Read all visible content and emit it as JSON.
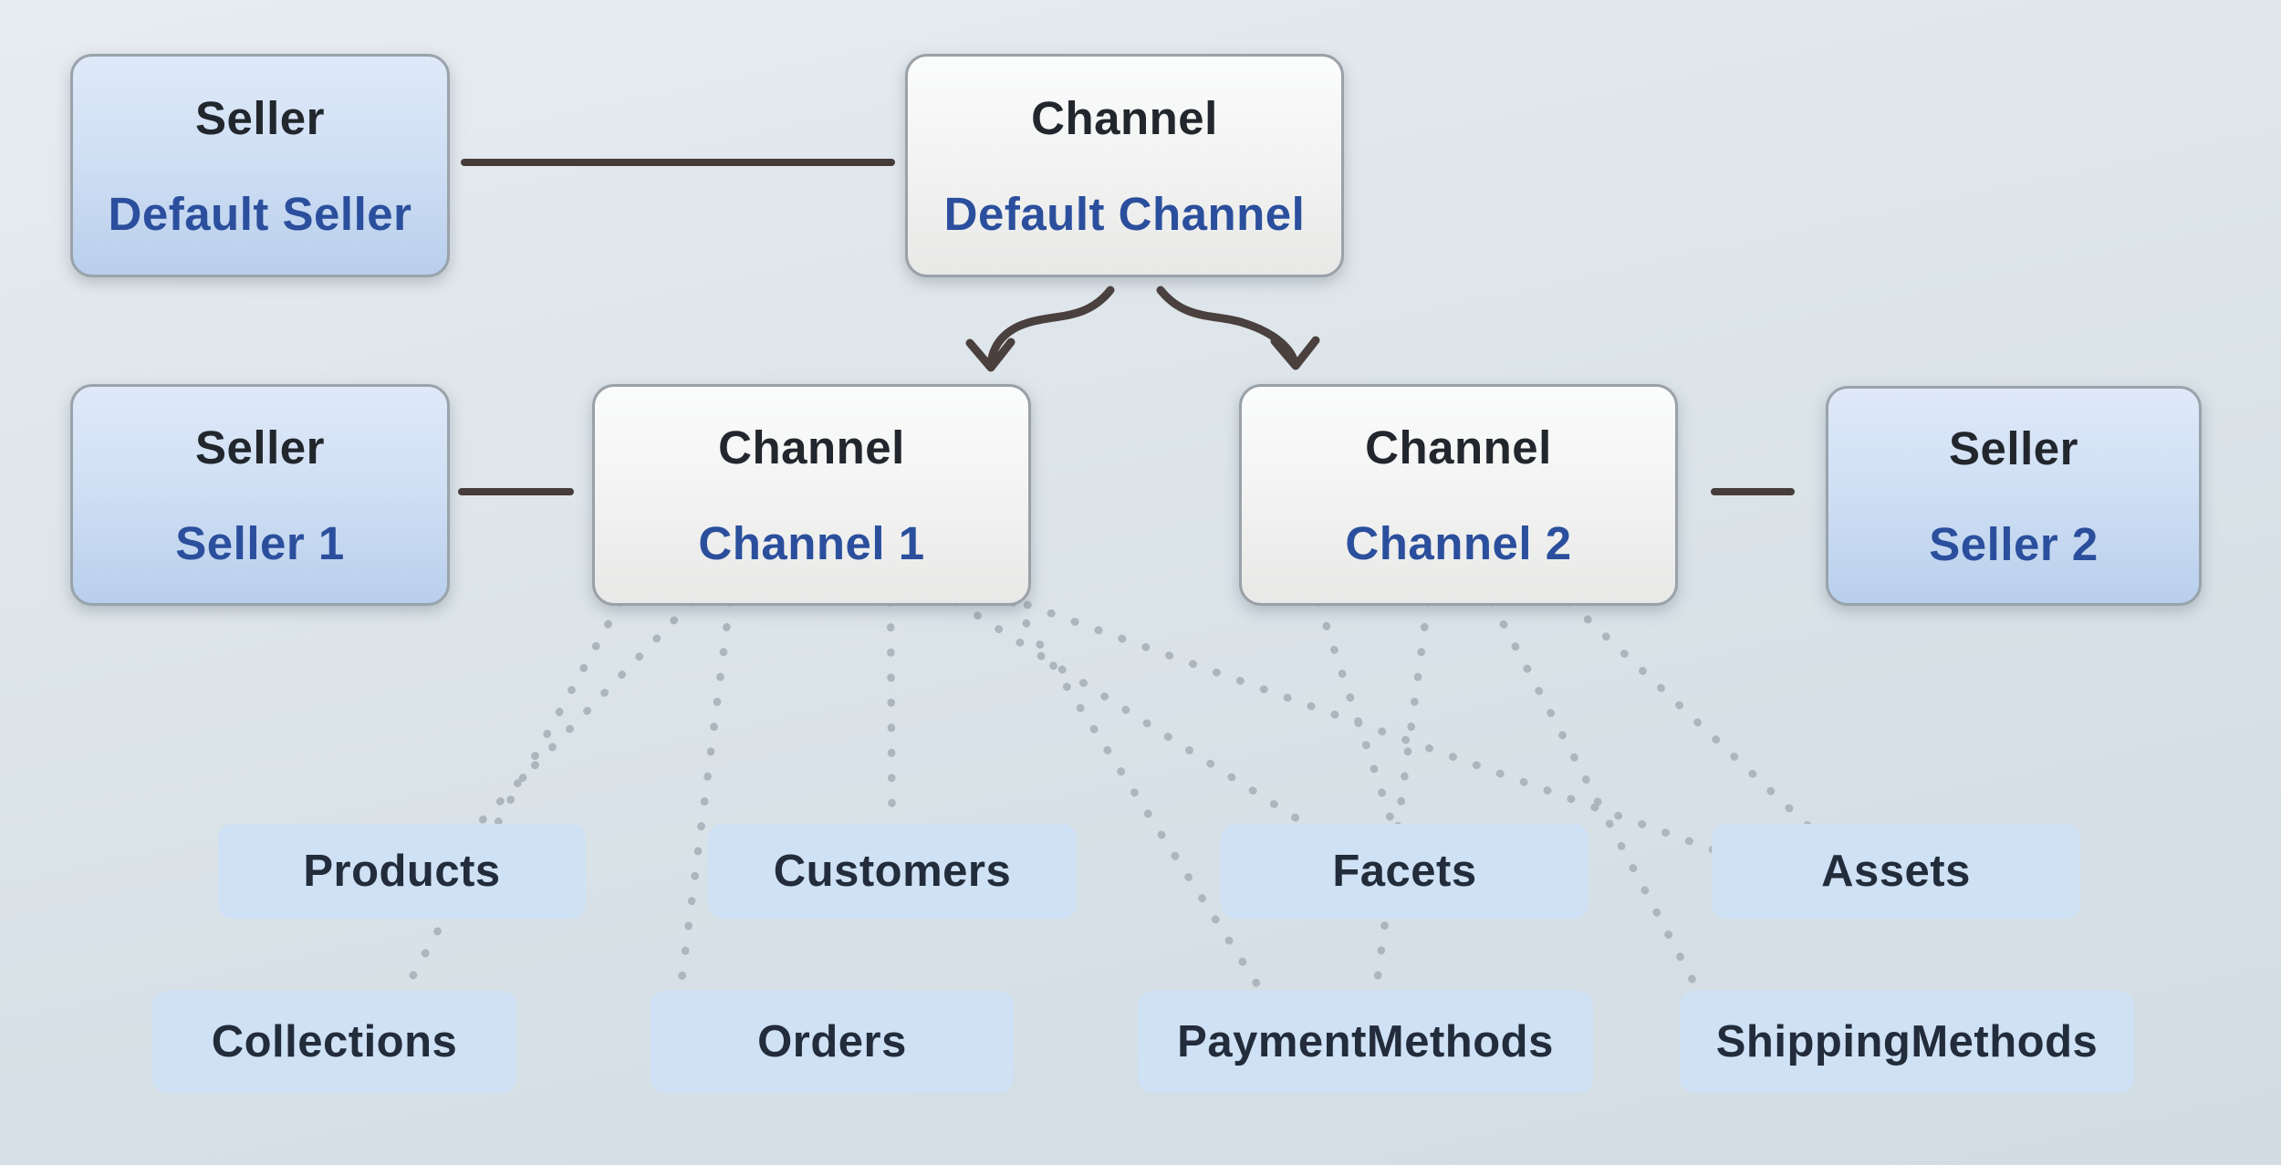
{
  "colors": {
    "background_top": "#e7ecf1",
    "background_bottom": "#d2dce3",
    "connector": "#463c3a",
    "arrow": "#4a403e",
    "dotted": "#adb5bd",
    "seller_box_top": "#dfe9f9",
    "seller_box_bottom": "#b9cfec",
    "channel_box_top": "#fbfcfc",
    "channel_box_bottom": "#e8e9e7",
    "box_border": "#99a3ab",
    "entity_bg": "#cfe1f4",
    "title_text": "#22262d",
    "name_text": "#2b4f9d",
    "entity_text": "#222c3a"
  },
  "nodes": {
    "default_seller": {
      "title": "Seller",
      "name": "Default Seller"
    },
    "default_channel": {
      "title": "Channel",
      "name": "Default Channel"
    },
    "seller_1": {
      "title": "Seller",
      "name": "Seller 1"
    },
    "channel_1": {
      "title": "Channel",
      "name": "Channel 1"
    },
    "channel_2": {
      "title": "Channel",
      "name": "Channel 2"
    },
    "seller_2": {
      "title": "Seller",
      "name": "Seller 2"
    }
  },
  "entities": {
    "products": {
      "label": "Products"
    },
    "customers": {
      "label": "Customers"
    },
    "facets": {
      "label": "Facets"
    },
    "assets": {
      "label": "Assets"
    },
    "collections": {
      "label": "Collections"
    },
    "orders": {
      "label": "Orders"
    },
    "payment_methods": {
      "label": "PaymentMethods"
    },
    "shipping_methods": {
      "label": "ShippingMethods"
    }
  },
  "links": {
    "solid": [
      [
        "Default Seller",
        "Default Channel"
      ],
      [
        "Seller 1",
        "Channel 1"
      ],
      [
        "Channel 2",
        "Seller 2"
      ]
    ],
    "arrows": [
      [
        "Default Channel",
        "Channel 1"
      ],
      [
        "Default Channel",
        "Channel 2"
      ]
    ],
    "dotted": [
      [
        "Channel 1",
        "Products"
      ],
      [
        "Channel 1",
        "Collections"
      ],
      [
        "Channel 1",
        "Customers"
      ],
      [
        "Channel 1",
        "Orders"
      ],
      [
        "Channel 1",
        "Facets"
      ],
      [
        "Channel 1",
        "PaymentMethods"
      ],
      [
        "Channel 1",
        "Assets"
      ],
      [
        "Channel 2",
        "Facets"
      ],
      [
        "Channel 2",
        "PaymentMethods"
      ],
      [
        "Channel 2",
        "ShippingMethods"
      ],
      [
        "Channel 2",
        "Assets"
      ]
    ]
  }
}
